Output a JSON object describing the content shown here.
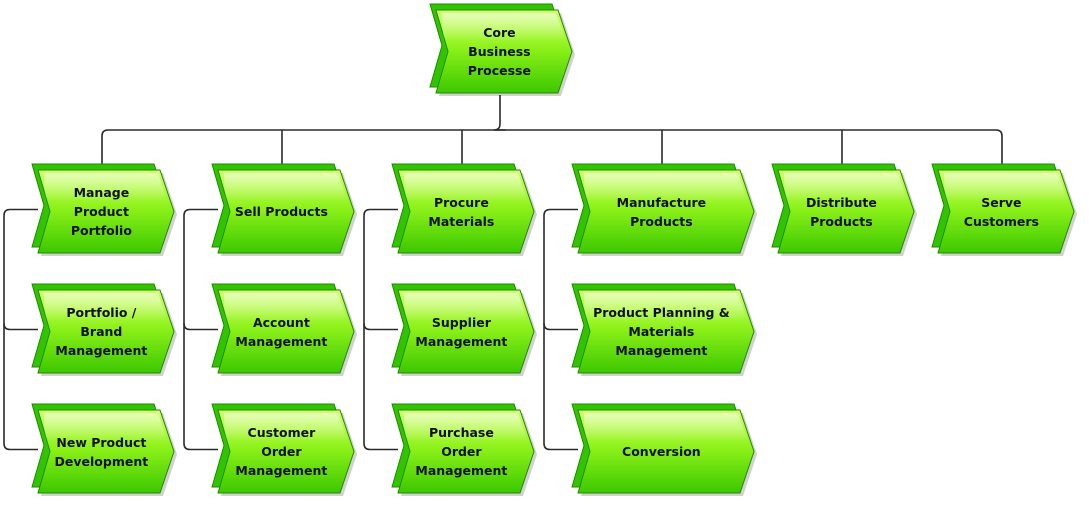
{
  "diagram": {
    "root": {
      "label": "Core Business\nProcesse"
    },
    "processes": [
      {
        "label": "Manage\nProduct\nPortfolio",
        "children": [
          {
            "label": "Portfolio /\nBrand\nManagement"
          },
          {
            "label": "New Product\nDevelopment"
          }
        ]
      },
      {
        "label": "Sell Products",
        "children": [
          {
            "label": "Account\nManagement"
          },
          {
            "label": "Customer Order\nManagement"
          }
        ]
      },
      {
        "label": "Procure\nMaterials",
        "children": [
          {
            "label": "Supplier\nManagement"
          },
          {
            "label": "Purchase Order\nManagement"
          }
        ]
      },
      {
        "label": "Manufacture\nProducts",
        "children": [
          {
            "label": "Product Planning &\nMaterials\nManagement"
          },
          {
            "label": "Conversion"
          }
        ]
      },
      {
        "label": "Distribute\nProducts",
        "children": []
      },
      {
        "label": "Serve\nCustomers",
        "children": []
      }
    ],
    "colors": {
      "fill_light": "#c8ff5a",
      "fill_dark": "#33c400",
      "stroke": "#1f8a00",
      "connector": "#2a2a2a"
    }
  }
}
